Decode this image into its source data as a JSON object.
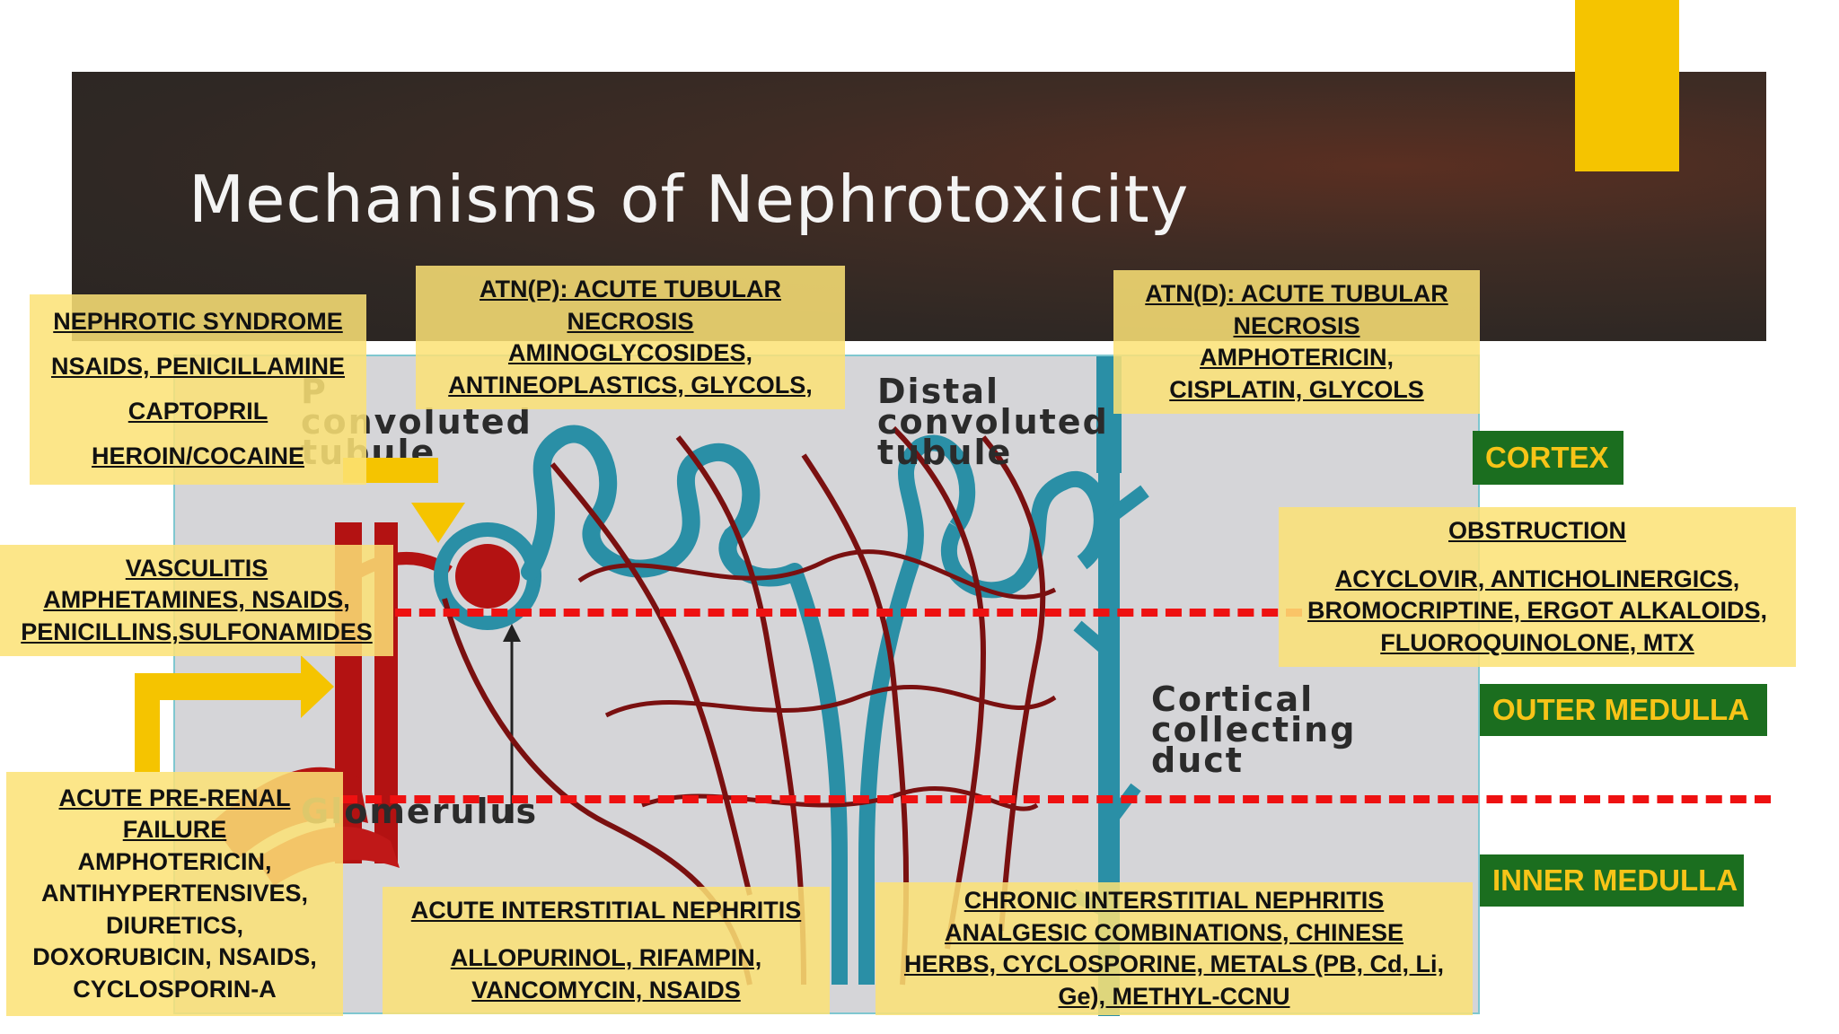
{
  "slide": {
    "title": "Mechanisms of Nephrotoxicity"
  },
  "diagram_labels": {
    "proximal": [
      "P",
      "convoluted",
      "tubule"
    ],
    "distal": [
      "Distal",
      "convoluted",
      "tubule"
    ],
    "collecting": [
      "Cortical",
      "collecting",
      "duct"
    ],
    "glomerulus": "Glomerulus"
  },
  "boxes": {
    "nephrotic": [
      "NEPHROTIC SYNDROME",
      "NSAIDS, PENICILLAMINE",
      "CAPTOPRIL",
      "HEROIN/COCAINE"
    ],
    "atn_p": [
      "ATN(P): ACUTE TUBULAR",
      "NECROSIS",
      "AMINOGLYCOSIDES,",
      "ANTINEOPLASTICS, GLYCOLS,"
    ],
    "atn_d": [
      "ATN(D): ACUTE TUBULAR",
      "NECROSIS",
      "AMPHOTERICIN,",
      "CISPLATIN, GLYCOLS"
    ],
    "vasculitis": [
      "VASCULITIS",
      "AMPHETAMINES, NSAIDS,",
      "PENICILLINS,SULFONAMIDES"
    ],
    "obstruction": [
      "OBSTRUCTION",
      "ACYCLOVIR, ANTICHOLINERGICS,",
      "BROMOCRIPTINE, ERGOT ALKALOIDS,",
      "FLUOROQUINOLONE, MTX"
    ],
    "prerenal": [
      "ACUTE PRE-RENAL",
      "FAILURE",
      "AMPHOTERICIN,",
      "ANTIHYPERTENSIVES,",
      "DIURETICS,",
      "DOXORUBICIN, NSAIDS,",
      "CYCLOSPORIN-A"
    ],
    "ain": [
      "ACUTE  INTERSTITIAL NEPHRITIS",
      "ALLOPURINOL, RIFAMPIN,",
      "VANCOMYCIN, NSAIDS"
    ],
    "cin": [
      "CHRONIC INTERSTITIAL NEPHRITIS",
      "ANALGESIC COMBINATIONS, CHINESE",
      "HERBS, CYCLOSPORINE, METALS (PB, Cd, Li,",
      "Ge), METHYL-CCNU"
    ]
  },
  "zones": {
    "cortex": "CORTEX",
    "outer_medulla": "OUTER MEDULLA",
    "inner_medulla": "INNER MEDULLA"
  },
  "colors": {
    "banner": "#2f2824",
    "accent_yellow": "#f5c400",
    "box_fill": "#fce276",
    "zone_fill": "#1b6e1f",
    "zone_text": "#f7c418",
    "boundary_line": "#ee1111",
    "vessel_red": "#b01010",
    "tubule_teal": "#2a8fa6"
  }
}
